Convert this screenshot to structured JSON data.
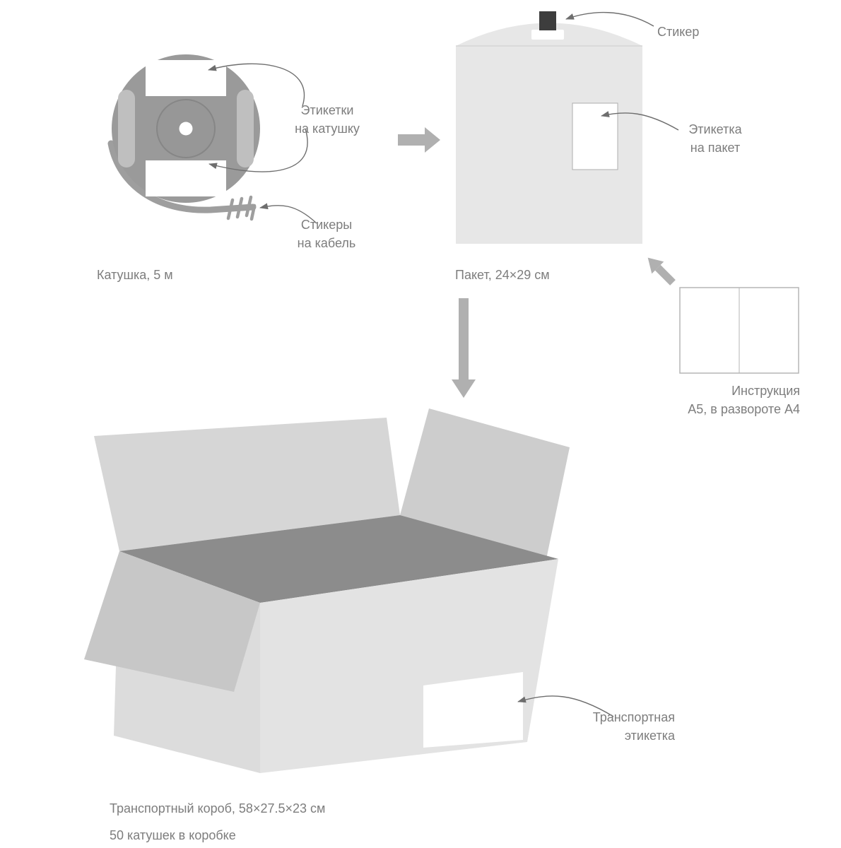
{
  "diagram": {
    "spool": {
      "caption": "Катушка, 5 м",
      "reel_labels": "Этикетки\nна катушку",
      "cable_stickers": "Стикеры\nна кабель"
    },
    "package": {
      "caption": "Пакет, 24×29 см",
      "sticker": "Стикер",
      "label": "Этикетка\nна пакет"
    },
    "instruction": {
      "caption": "Инструкция\nА5, в развороте А4"
    },
    "box": {
      "transport_label": "Транспортная\nэтикетка",
      "size_caption": "Транспортный короб, 58×27.5×23 см",
      "count_caption": "50 катушек в коробке"
    }
  },
  "colors": {
    "text": "#7d7d7d",
    "annotation_arrow": "#6e6e6e",
    "big_arrow": "#b0b0b0",
    "spool_body": "#9a9a9a",
    "spool_slot": "#bfbfbf",
    "package_body": "#e7e7e7",
    "sticker_dark": "#3d3d3d",
    "box_interior": "#8c8c8c",
    "box_front": "#e3e3e3",
    "box_flap": "#c7c7c7",
    "white": "#ffffff"
  }
}
